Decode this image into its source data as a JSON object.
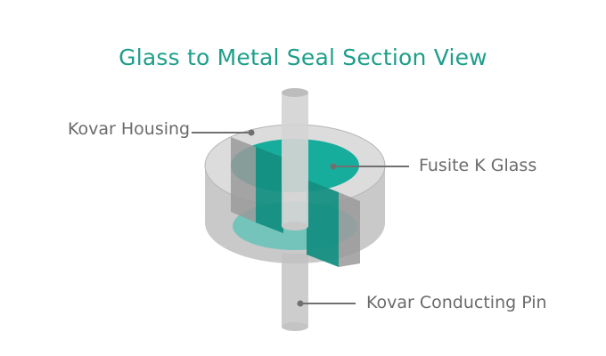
{
  "title": "Glass to Metal Seal Section View",
  "labels": {
    "housing": "Kovar Housing",
    "glass": "Fusite K Glass",
    "pin": "Kovar Conducting Pin"
  },
  "colors": {
    "title": "#1e9e8a",
    "glass": "#14a898",
    "metal": "#c8c8c8",
    "label": "#6b6b6b"
  }
}
